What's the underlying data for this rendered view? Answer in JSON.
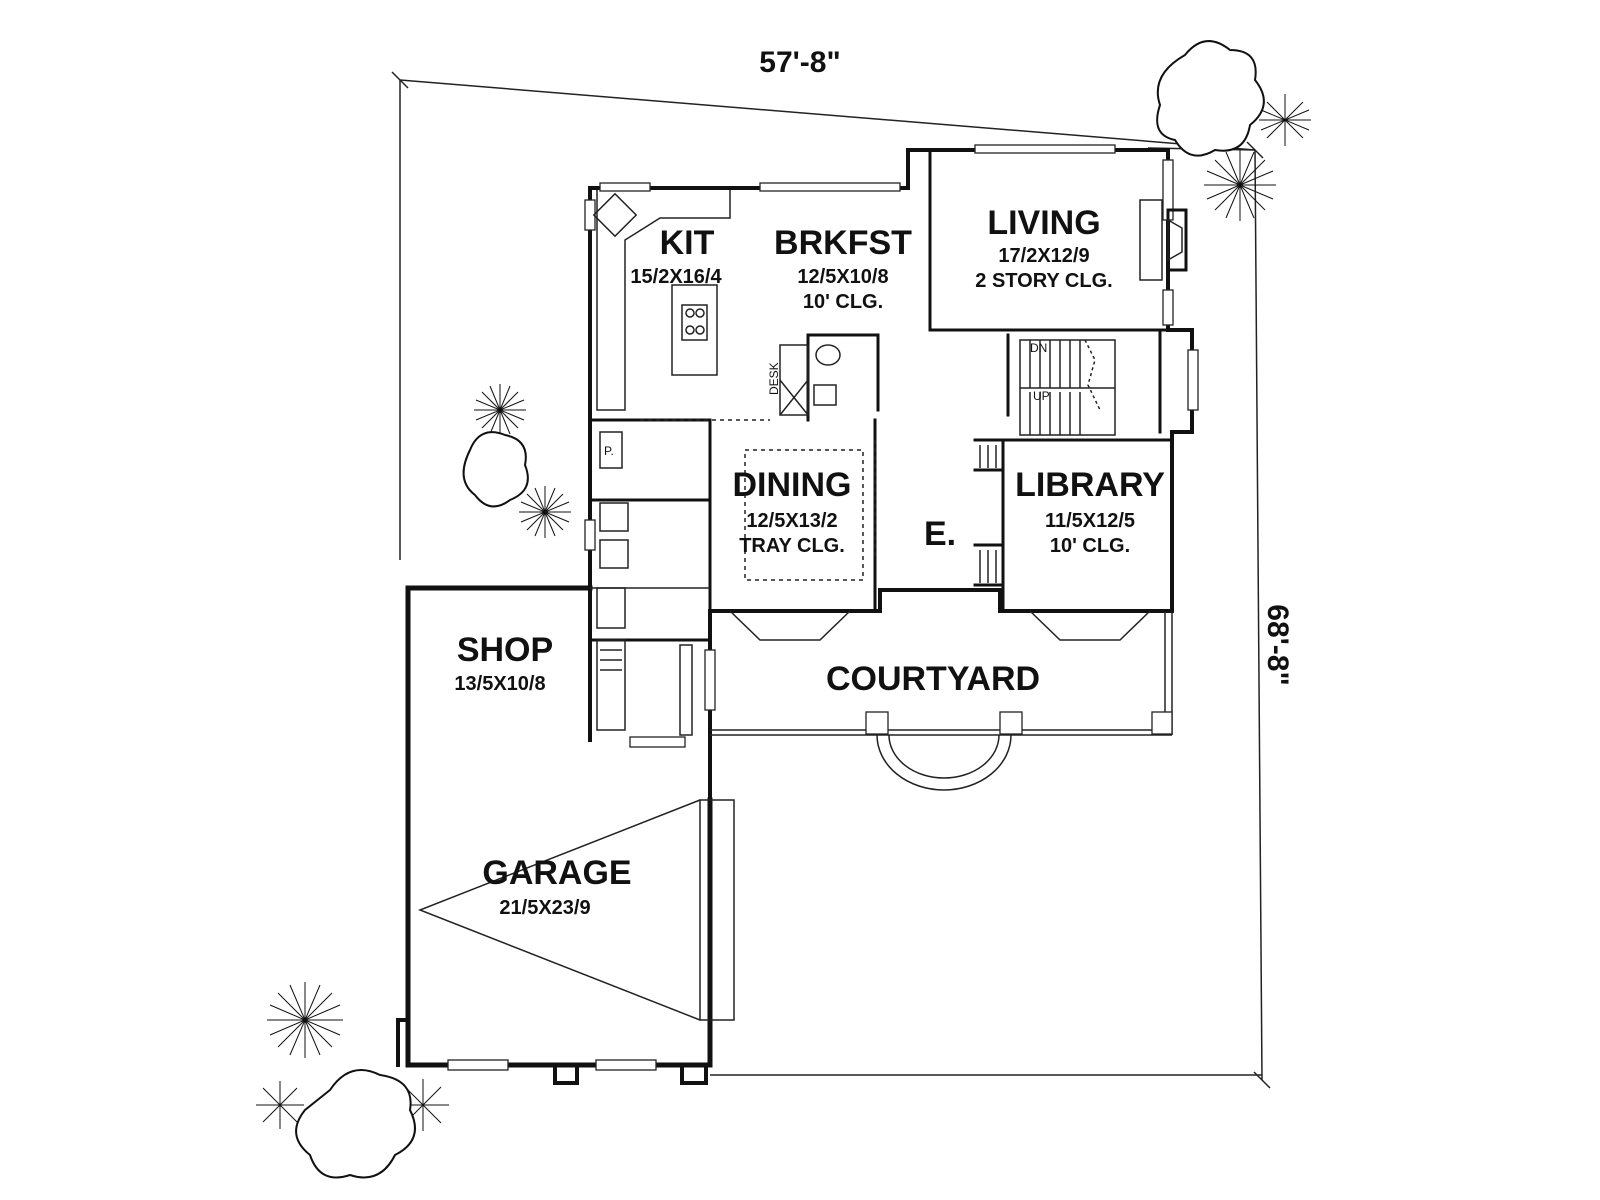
{
  "overall": {
    "width": "57'-8\"",
    "depth": "68'-8\""
  },
  "rooms": {
    "kit": {
      "name": "KIT",
      "size": "15/2X16/4"
    },
    "brkfst": {
      "name": "BRKFST",
      "size": "12/5X10/8",
      "ceiling": "10' CLG."
    },
    "living": {
      "name": "LIVING",
      "size": "17/2X12/9",
      "ceiling": "2 STORY CLG."
    },
    "dining": {
      "name": "DINING",
      "size": "12/5X13/2",
      "ceiling": "TRAY CLG."
    },
    "library": {
      "name": "LIBRARY",
      "size": "11/5X12/5",
      "ceiling": "10' CLG."
    },
    "entry": {
      "name": "E."
    },
    "courtyard": {
      "name": "COURTYARD"
    },
    "shop": {
      "name": "SHOP",
      "size": "13/5X10/8"
    },
    "garage": {
      "name": "GARAGE",
      "size": "21/5X23/9"
    }
  },
  "small_labels": {
    "desk": "DESK",
    "pantry": "P.",
    "stair_down": "DN",
    "stair_up": "UP"
  }
}
